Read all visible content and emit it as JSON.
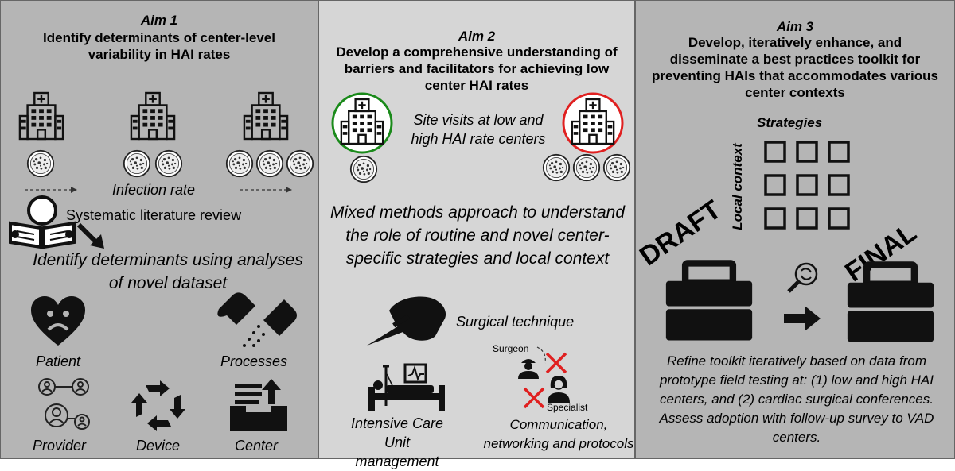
{
  "aim1": {
    "aim_label": "Aim 1",
    "title": "Identify determinants of center-level variability in HAI rates",
    "infection_rate_label": "Infection rate",
    "review_label": "Systematic literature review",
    "determinants_label": "Identify determinants using analyses of novel dataset",
    "categories": [
      "Patient",
      "Processes",
      "Provider",
      "Device",
      "Center"
    ]
  },
  "aim2": {
    "aim_label": "Aim 2",
    "title": "Develop a comprehensive understanding of barriers and facilitators for achieving low center HAI rates",
    "site_visits_label": "Site visits at low and high HAI rate centers",
    "mixed_methods_label": "Mixed methods approach to understand the role of routine and novel center-specific strategies and local context",
    "surgical_label": "Surgical technique",
    "icu_label": "Intensive Care Unit management",
    "surgeon_label": "Surgeon",
    "specialist_label": "Specialist",
    "communication_label": "Communication, networking and protocols",
    "low_circle_color": "#1a8a1a",
    "high_circle_color": "#e02020"
  },
  "aim3": {
    "aim_label": "Aim 3",
    "title": "Develop, iteratively enhance, and disseminate a best practices toolkit for preventing HAIs that accommodates various center contexts",
    "strategies_label": "Strategies",
    "local_context_label": "Local context",
    "draft_label": "DRAFT",
    "final_label": "FINAL",
    "refine_text": "Refine toolkit iteratively based on data from prototype field testing at: (1) low and high HAI centers, and (2) cardiac surgical conferences. Assess adoption with follow-up survey to VAD centers."
  }
}
